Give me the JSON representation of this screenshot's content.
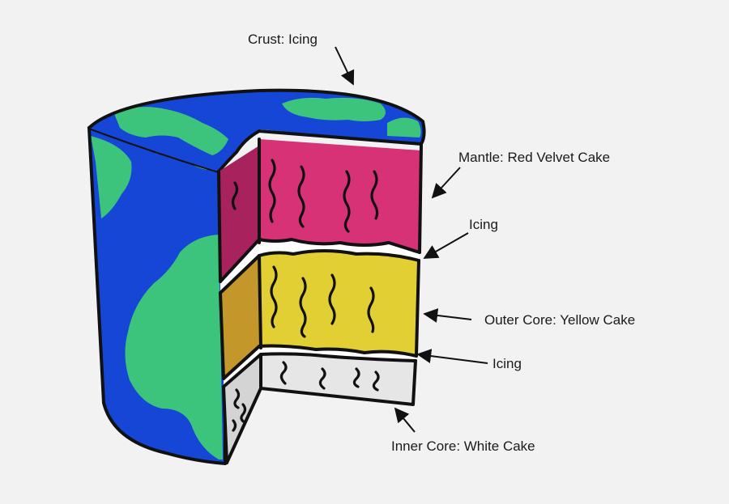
{
  "labels": {
    "crust": "Crust: Icing",
    "mantle": "Mantle: Red Velvet Cake",
    "icing_upper": "Icing",
    "outer_core": "Outer Core: Yellow Cake",
    "icing_lower": "Icing",
    "inner_core": "Inner Core: White Cake"
  },
  "colors": {
    "ocean": "#1546d6",
    "land": "#3cc47c",
    "mantle": "#d63275",
    "mantle_shade": "#a8225e",
    "outer_core": "#e2cf33",
    "outer_core_shade": "#c4972a",
    "inner_core": "#e6e6e6",
    "inner_core_shade": "#d4d4d4",
    "icing": "#ffffff",
    "outline": "#111111"
  }
}
